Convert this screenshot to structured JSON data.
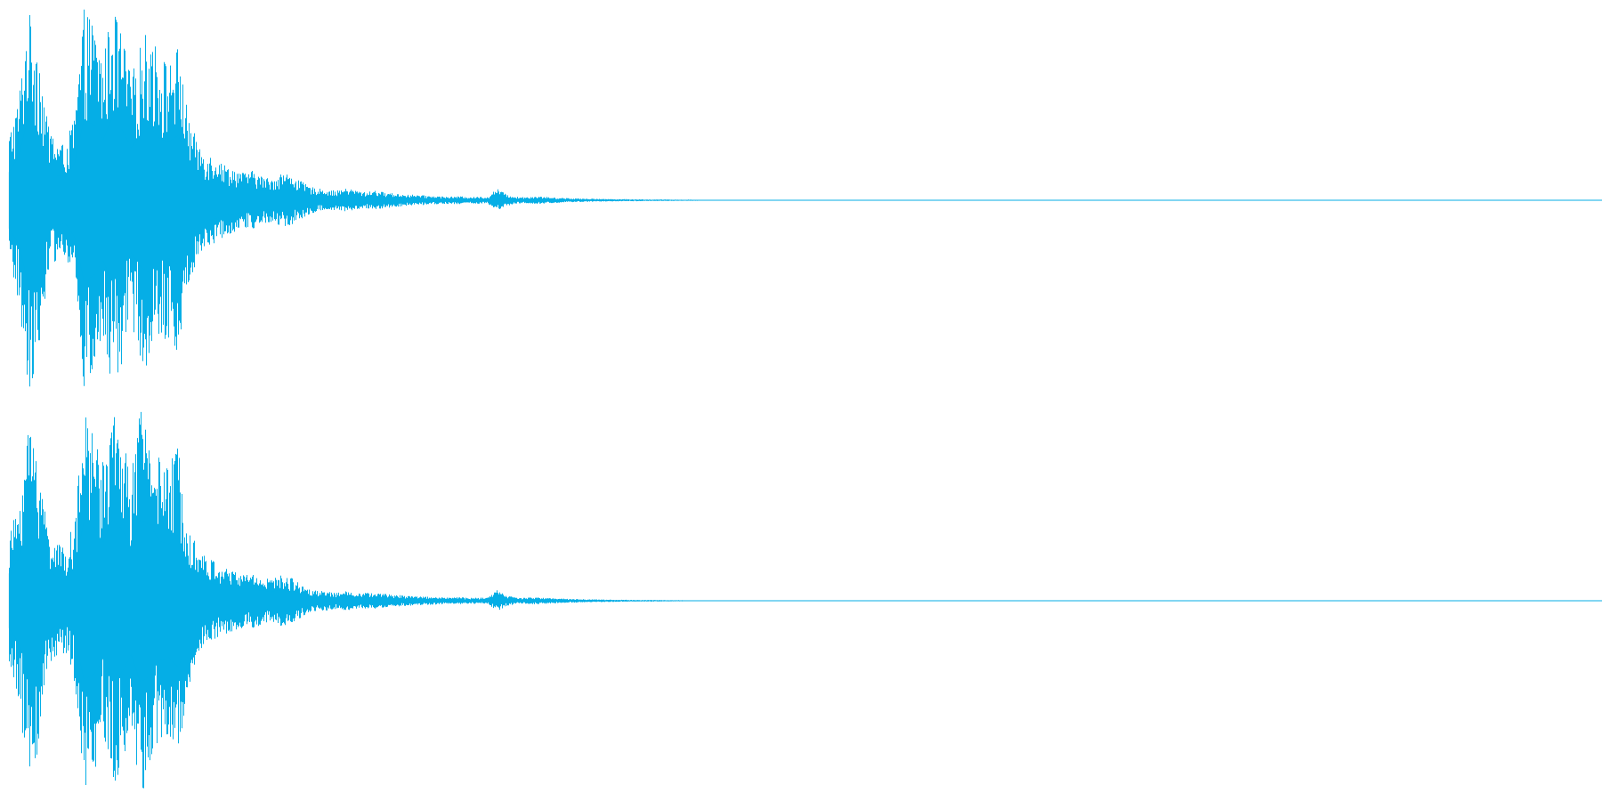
{
  "waveform": {
    "color": "#05aee6",
    "background": "#ffffff",
    "channel_count": 2,
    "channels": [
      {
        "peaks": [
          0.34,
          0.52,
          0.97,
          0.83,
          0.42,
          0.3,
          0.28,
          0.44,
          0.98,
          0.9,
          0.72,
          0.99,
          0.85,
          0.62,
          0.8,
          0.88,
          0.74,
          0.7,
          0.78,
          0.45,
          0.3,
          0.24,
          0.22,
          0.18,
          0.16,
          0.14,
          0.15,
          0.12,
          0.11,
          0.14,
          0.13,
          0.1,
          0.07,
          0.06,
          0.05,
          0.05,
          0.06,
          0.05,
          0.04,
          0.05,
          0.04,
          0.035,
          0.03,
          0.028,
          0.025,
          0.022,
          0.02,
          0.018,
          0.02,
          0.016,
          0.018,
          0.016,
          0.06,
          0.03,
          0.018,
          0.016,
          0.02,
          0.018,
          0.014,
          0.012,
          0.01,
          0.009,
          0.008,
          0.007,
          0.006,
          0.006,
          0.005,
          0.005,
          0.004,
          0.004,
          0.004,
          0.003,
          0.003,
          0.003,
          0.002,
          0.002,
          0.002,
          0.002,
          0.0015,
          0.001
        ]
      },
      {
        "peaks": [
          0.33,
          0.5,
          0.9,
          0.8,
          0.4,
          0.29,
          0.27,
          0.42,
          0.95,
          0.88,
          0.7,
          0.97,
          0.86,
          0.64,
          0.98,
          0.9,
          0.72,
          0.68,
          0.8,
          0.46,
          0.28,
          0.22,
          0.2,
          0.17,
          0.15,
          0.14,
          0.14,
          0.12,
          0.11,
          0.13,
          0.12,
          0.09,
          0.06,
          0.05,
          0.05,
          0.04,
          0.05,
          0.04,
          0.04,
          0.04,
          0.035,
          0.03,
          0.028,
          0.025,
          0.022,
          0.02,
          0.018,
          0.016,
          0.018,
          0.015,
          0.016,
          0.015,
          0.055,
          0.028,
          0.017,
          0.015,
          0.018,
          0.016,
          0.013,
          0.011,
          0.01,
          0.008,
          0.007,
          0.007,
          0.006,
          0.005,
          0.005,
          0.004,
          0.004,
          0.004,
          0.003,
          0.003,
          0.003,
          0.002,
          0.002,
          0.002,
          0.002,
          0.0015,
          0.0015,
          0.001
        ]
      }
    ],
    "signal_end_fraction": 0.465
  }
}
